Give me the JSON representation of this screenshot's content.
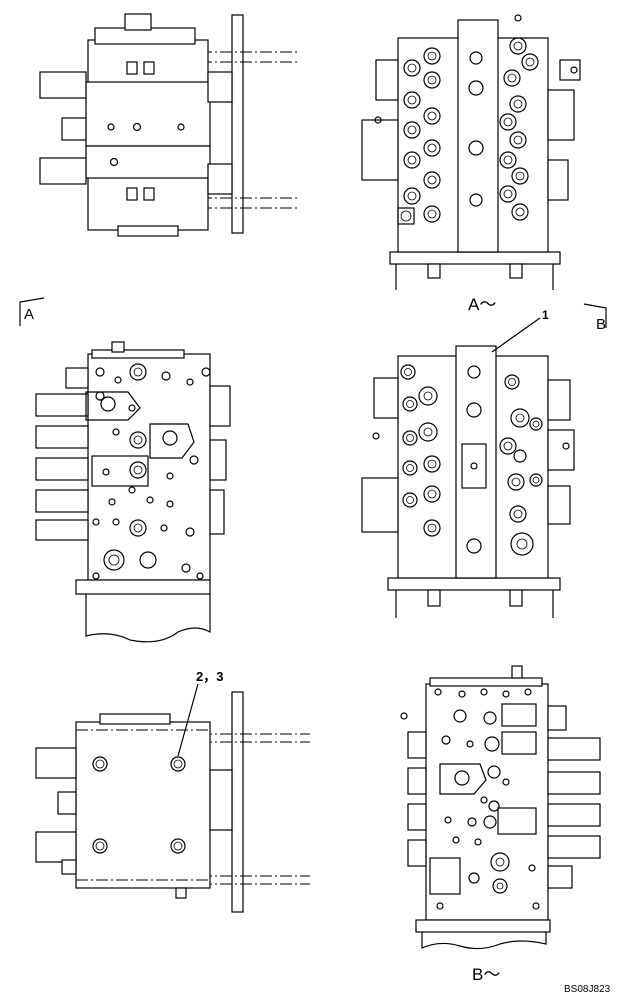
{
  "labels": {
    "view_a": "A",
    "view_b": "B",
    "caption_a": "A～",
    "caption_b": "B～",
    "callout_1": "1",
    "callout_2_3": "2，3",
    "drawing_number": "BS08J823"
  }
}
